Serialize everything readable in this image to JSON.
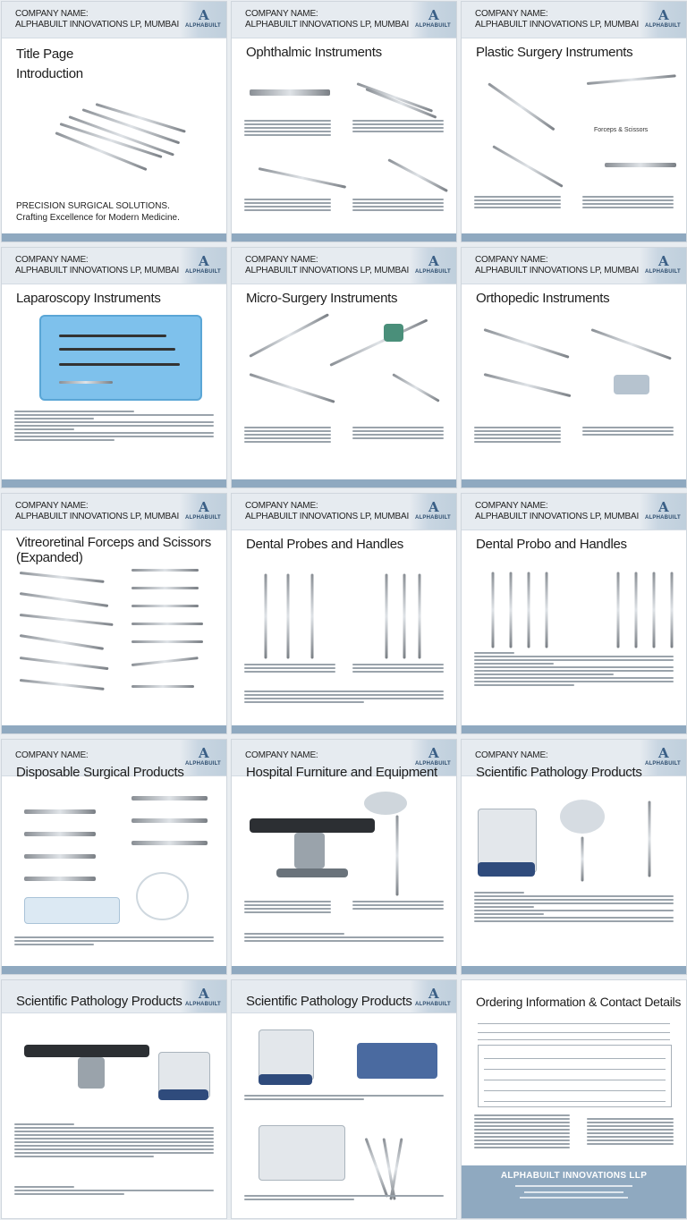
{
  "header": {
    "company_label": "COMPANY NAME:",
    "company_name": "ALPHABUILT INNOVATIONS LP, MUMBAI, INDIA",
    "company_name_alt": "ALPHABUILT INNOVATIONS LP, MUMBAI, INDIA",
    "logo_mark": "A",
    "logo_word": "ALPHABUILT"
  },
  "pages": [
    {
      "title_line1": "Title Page",
      "title_line2": "Introduction",
      "tagline1": "PRECISION SURGICAL SOLUTIONS.",
      "tagline2": "Crafting Excellence for Modern Medicine."
    },
    {
      "title": "Ophthalmic Instruments"
    },
    {
      "title": "Plastic Surgery Instruments",
      "caption": "Forceps & Scissors"
    },
    {
      "title": "Laparoscopy Instruments"
    },
    {
      "title": "Micro-Surgery Instruments"
    },
    {
      "title": "Orthopedic Instruments"
    },
    {
      "title_line1": "Vitreoretinal Forceps and Scissors",
      "title_line2": "(Expanded)"
    },
    {
      "title": "Dental Probes and Handles"
    },
    {
      "title": "Dental Probo and Handles"
    },
    {
      "title": "Disposable Surgical Products"
    },
    {
      "title": "Hospital Furniture and Equipment"
    },
    {
      "title": "Scientific Pathology Products"
    },
    {
      "title": "Scientific Pathology Products"
    },
    {
      "title": "Scientific Pathology Products"
    },
    {
      "title": "Ordering Information & Contact Details",
      "contact_company": "ALPHABUILT INNOVATIONS LLP"
    }
  ],
  "colors": {
    "accent": "#8fa9c0",
    "header_bg": "#e6ebf0",
    "logo_blue": "#3a5f86"
  }
}
